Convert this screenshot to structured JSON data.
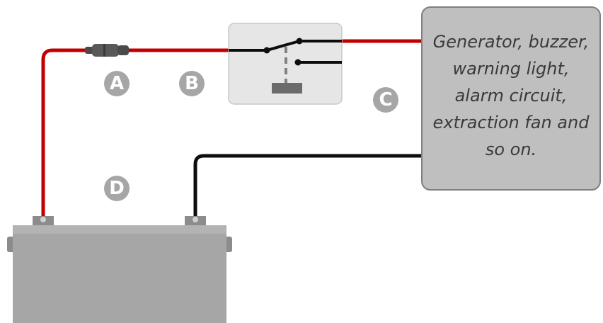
{
  "device": {
    "label_lines": [
      "Generator, buzzer,",
      "warning light,",
      "alarm circuit,",
      "extraction fan and",
      "so on."
    ]
  },
  "markers": {
    "a": "A",
    "b": "B",
    "c": "C",
    "d": "D"
  },
  "colors": {
    "positive_wire": "#c00000",
    "negative_wire": "#0d0d0d",
    "marker_fill": "#a6a6a6",
    "battery_body": "#a6a6a6",
    "device_box": "#bfbfbf",
    "switch_box": "#e6e6e6"
  }
}
